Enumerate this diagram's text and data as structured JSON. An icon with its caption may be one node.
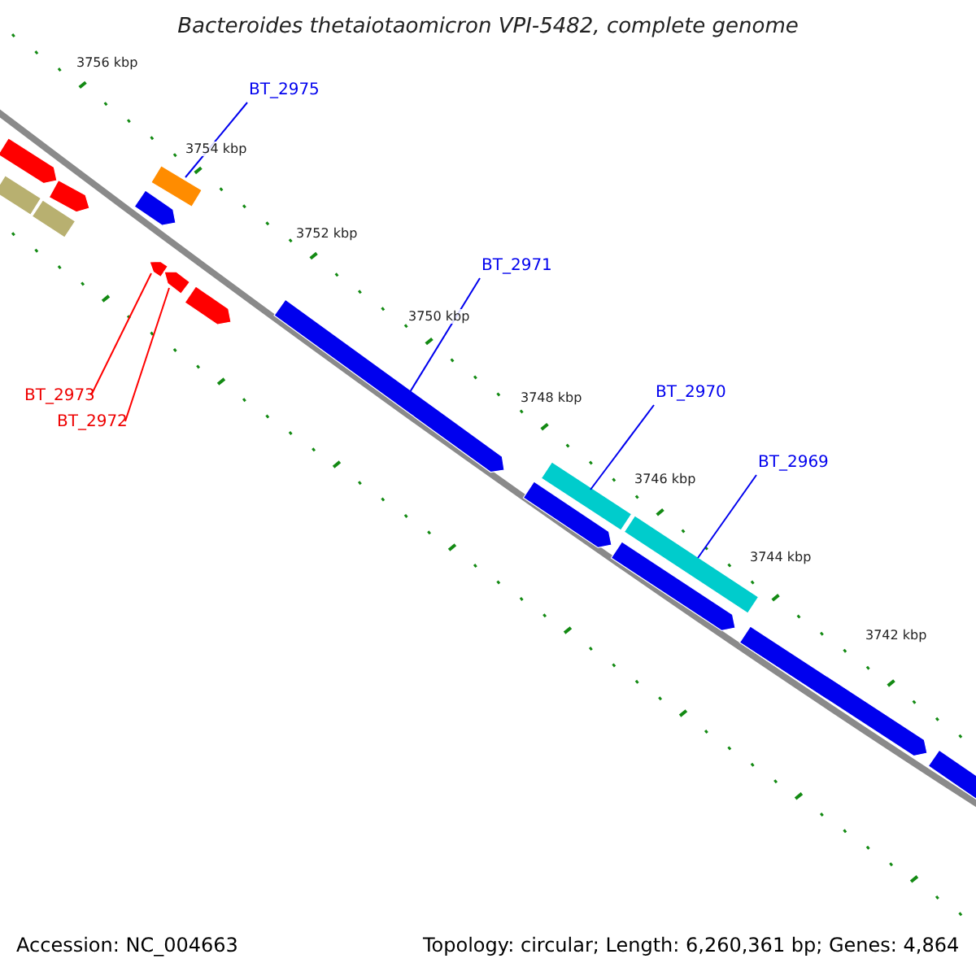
{
  "diagram": {
    "title": "Bacteroides thetaiotaomicron VPI-5482, complete genome",
    "nodes": [
      {
        "text": [
          "BT_2975"
        ]
      },
      {
        "text": [
          "BT_2971"
        ]
      },
      {
        "text": [
          "BT_2970"
        ]
      },
      {
        "text": [
          "BT_2969"
        ]
      },
      {
        "text": [
          "BT_2973"
        ]
      },
      {
        "text": [
          "BT_2972"
        ]
      },
      {
        "text": [],
        "shape": "bar"
      },
      {
        "text": [],
        "shape": "bar"
      },
      {
        "text": [],
        "shape": "bar"
      },
      {
        "text": [],
        "shape": "bar"
      },
      {
        "text": [],
        "shape": "bar"
      },
      {
        "text": [],
        "shape": "bar"
      },
      {
        "text": [],
        "shape": "bar"
      },
      {
        "text": [],
        "shape": "bar"
      },
      {
        "text": [],
        "shape": "bar"
      },
      {
        "text": [],
        "shape": "bar"
      },
      {
        "text": [],
        "shape": "bar"
      },
      {
        "text": [],
        "shape": "bar"
      },
      {
        "text": [],
        "shape": "bar"
      },
      {
        "text": [],
        "shape": "bar"
      },
      {
        "text": [],
        "shape": "bar"
      },
      {
        "text": [],
        "shape": "bar"
      }
    ],
    "edges": [
      {
        "from": 0,
        "to": 6,
        "arrow": "none"
      },
      {
        "from": 1,
        "to": 7,
        "arrow": "none"
      },
      {
        "from": 2,
        "to": 8,
        "arrow": "none"
      },
      {
        "from": 3,
        "to": 9,
        "arrow": "none"
      },
      {
        "from": 4,
        "to": 10,
        "arrow": "none",
        "color": "#ff0000"
      },
      {
        "from": 5,
        "to": 11,
        "arrow": "none",
        "color": "#ff0000"
      }
    ],
    "labels": [
      "3756 kbp",
      "3754 kbp",
      "3752 kbp",
      "3750 kbp",
      "3748 kbp",
      "3746 kbp",
      "3744 kbp",
      "3742 kbp",
      "Accession: NC_004663",
      "Topology: circular; Length: 6,260,361 bp; Genes: 4,864"
    ]
  }
}
